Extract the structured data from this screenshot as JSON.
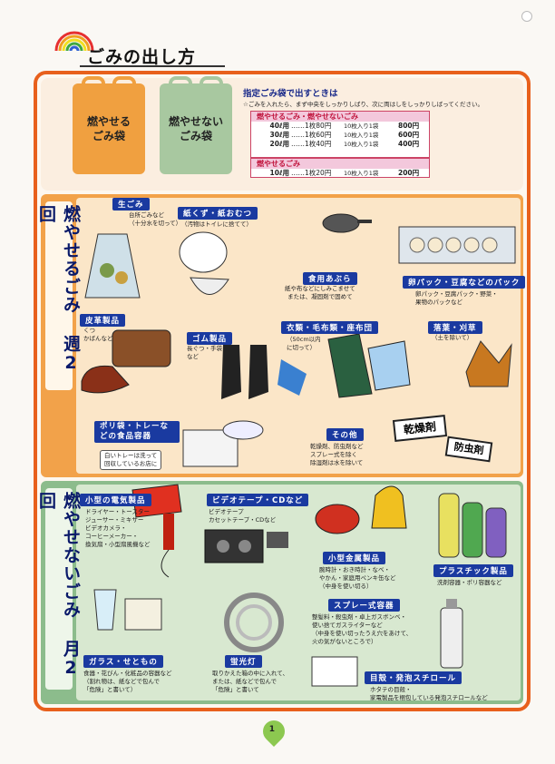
{
  "header": {
    "title": "ごみの出し方"
  },
  "bags": {
    "burnable": "燃やせる\nごみ袋",
    "nonburnable": "燃やせない\nごみ袋"
  },
  "bag_rules": {
    "heading": "指定ごみ袋で出すときは",
    "note": "☆ごみを入れたら、まず中央をしっかりしばり、次に両はしをしっかりしばってください。",
    "group1_title": "燃やせるごみ・燃やせないごみ",
    "group1": [
      {
        "size": "40ℓ用",
        "one": "……1枚80円",
        "ten_label": "10枚入り1袋",
        "ten_price": "800円"
      },
      {
        "size": "30ℓ用",
        "one": "……1枚60円",
        "ten_label": "10枚入り1袋",
        "ten_price": "600円"
      },
      {
        "size": "20ℓ用",
        "one": "……1枚40円",
        "ten_label": "10枚入り1袋",
        "ten_price": "400円"
      }
    ],
    "group2_title": "燃やせるごみ",
    "group2": [
      {
        "size": "10ℓ用",
        "one": "……1枚20円",
        "ten_label": "10枚入り1袋",
        "ten_price": "200円"
      }
    ]
  },
  "burnable": {
    "title": "燃やせるごみ 週2回",
    "items": [
      {
        "label": "生ごみ",
        "desc": "台所ごみなど\n（十分水を切って）"
      },
      {
        "label": "紙くず・紙おむつ",
        "desc": "（汚物はトイレに捨てて）"
      },
      {
        "label": "食用あぶら",
        "desc": "紙や布などにしみこませて\nまたは、凝固剤で固めて"
      },
      {
        "label": "卵パック・豆腐などのパック",
        "desc": "卵パック・豆腐パック・野菜・\n果物のパックなど"
      },
      {
        "label": "皮革製品",
        "desc": "くつ\nかばんなど"
      },
      {
        "label": "ゴム製品",
        "desc": "長ぐつ・手袋\nなど"
      },
      {
        "label": "衣類・毛布類・座布団",
        "desc": "（50cm以内\nに切って）"
      },
      {
        "label": "落葉・刈草",
        "desc": "（土を除いて）"
      },
      {
        "label": "ポリ袋・トレーなどの食品容器",
        "desc": "白いトレーは洗って\n回収しているお店に"
      },
      {
        "label": "その他",
        "desc": "乾燥剤、防虫剤など\nスプレー式を除く\n除湿剤は水を除いて"
      }
    ],
    "badges": {
      "dry": "乾燥剤",
      "bug": "防虫剤"
    }
  },
  "nonburnable": {
    "title": "燃やせないごみ 月2回",
    "items": [
      {
        "label": "小型の電気製品",
        "desc": "ドライヤー・トースター\nジューサー・ミキサー\nビデオカメラ・\nコーヒーメーカー・\n換気扇・小型扇風機など"
      },
      {
        "label": "ビデオテープ・CDなど",
        "desc": "ビデオテープ\nカセットテープ・CDなど"
      },
      {
        "label": "小型金属製品",
        "desc": "腕時計・おき時計・なべ・\nやかん・家庭用ペンキ缶など\n（中身を使い切る）"
      },
      {
        "label": "プラスチック製品",
        "desc": "洗剤容器・ポリ容器など"
      },
      {
        "label": "スプレー式容器",
        "desc": "整髪料・殺虫剤・卓上ガスボンベ・\n使い捨てガスライターなど\n（中身を使い切ったうえ穴をあけて、\n火の気がないところで）"
      },
      {
        "label": "ガラス・せともの",
        "desc": "食器・花びん・化粧品の容器など\n（割れ物は、紙などで包んで\n「危険」と書いて）"
      },
      {
        "label": "蛍光灯",
        "desc": "取りかえた箱の中に入れて、\nまたは、紙などで包んで\n「危険」と書いて"
      },
      {
        "label": "目殻・発泡スチロール",
        "desc": "ホタテの目殻・\n家電製品を梱包している発泡スチロールなど"
      }
    ]
  },
  "page_number": "1",
  "colors": {
    "accent": "#e8601c",
    "label_bg": "#1a3aa0",
    "burn_bg": "#f2a24a",
    "nonburn_bg": "#8cbc8c"
  }
}
